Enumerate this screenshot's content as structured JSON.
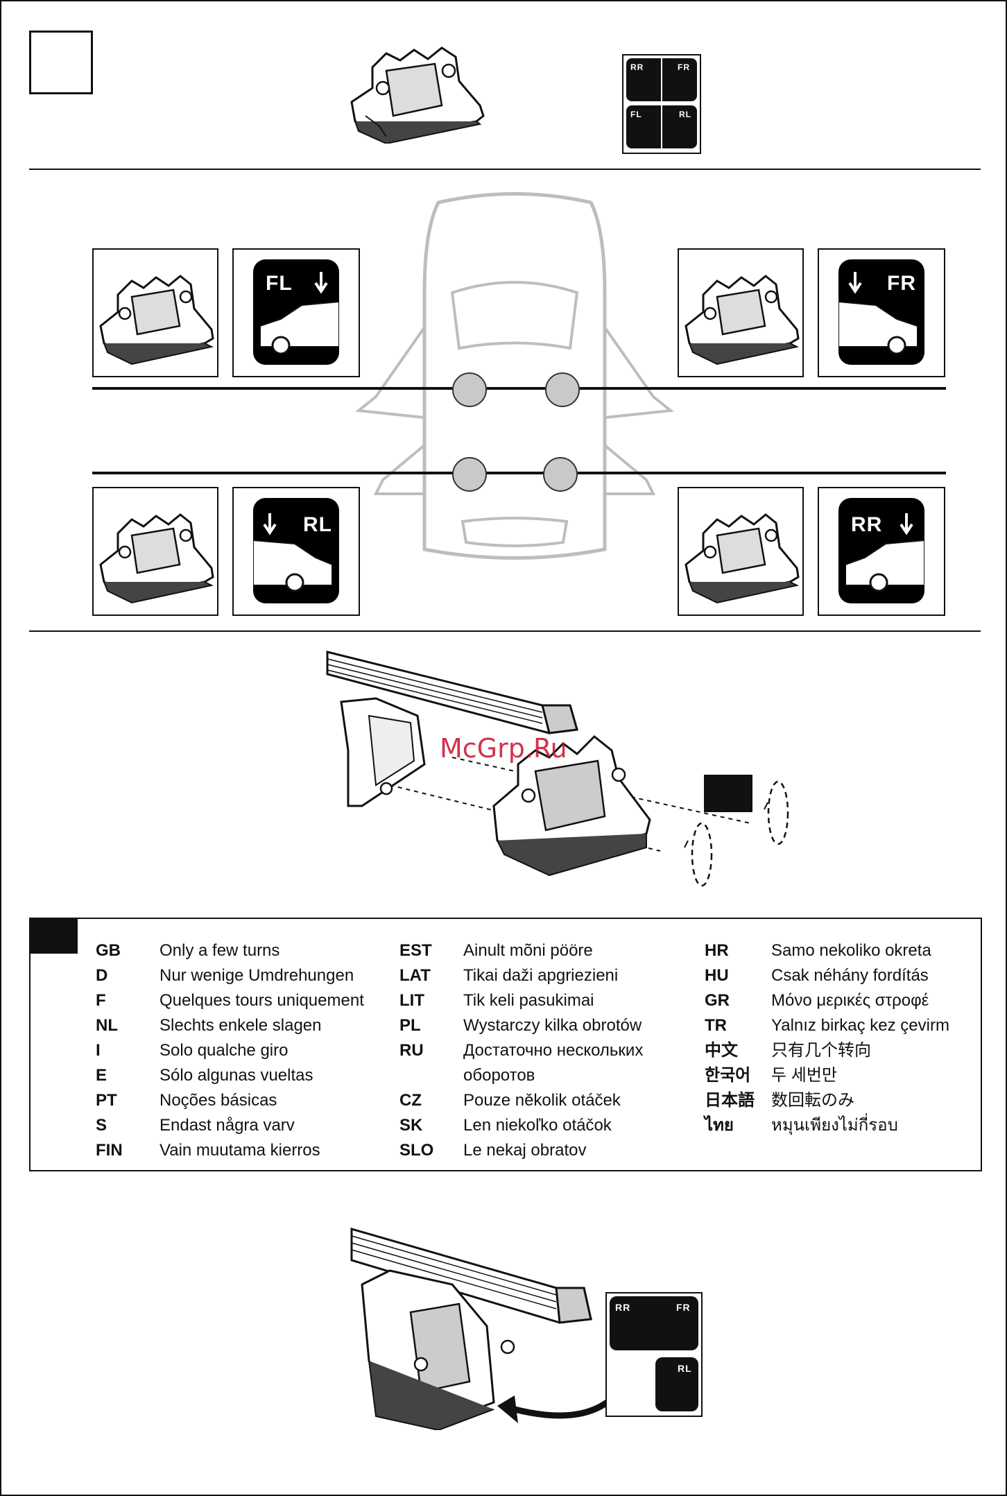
{
  "positions": {
    "fl": "FL",
    "fr": "FR",
    "rl": "RL",
    "rr": "RR"
  },
  "watermark": "McGrp.Ru",
  "legend": {
    "col1": [
      {
        "code": "GB",
        "text": "Only a few turns"
      },
      {
        "code": "D",
        "text": "Nur wenige Umdrehungen"
      },
      {
        "code": "F",
        "text": "Quelques tours uniquement"
      },
      {
        "code": "NL",
        "text": "Slechts enkele slagen"
      },
      {
        "code": "I",
        "text": "Solo qualche giro"
      },
      {
        "code": "E",
        "text": "Sólo algunas vueltas"
      },
      {
        "code": "PT",
        "text": "Noções básicas"
      },
      {
        "code": "S",
        "text": "Endast några varv"
      },
      {
        "code": "FIN",
        "text": "Vain muutama kierros"
      }
    ],
    "col2": [
      {
        "code": "EST",
        "text": "Ainult mõni pööre"
      },
      {
        "code": "LAT",
        "text": "Tikai daži apgriezieni"
      },
      {
        "code": "LIT",
        "text": "Tik keli pasukimai"
      },
      {
        "code": "PL",
        "text": "Wystarczy kilka obrotów"
      },
      {
        "code": "RU",
        "text": "Достаточно нескольких"
      },
      {
        "code": "",
        "text": "оборотов"
      },
      {
        "code": "CZ",
        "text": "Pouze několik otáček"
      },
      {
        "code": "SK",
        "text": "Len niekoľko otáčok"
      },
      {
        "code": "SLO",
        "text": "Le nekaj obratov"
      }
    ],
    "col3": [
      {
        "code": "HR",
        "text": "Samo nekoliko okreta"
      },
      {
        "code": "HU",
        "text": "Csak néhány fordítás"
      },
      {
        "code": "GR",
        "text": "Μόνο μερικές στροφέ"
      },
      {
        "code": "TR",
        "text": "Yalnız birkaç kez çevirm"
      },
      {
        "code": "中文",
        "text": "只有几个转向"
      },
      {
        "code": "한국어",
        "text": "두 세번만"
      },
      {
        "code": "日本語",
        "text": "数回転のみ"
      },
      {
        "code": "ไทย",
        "text": "หมุนเพียงไม่กี่รอบ"
      }
    ]
  },
  "colors": {
    "ink": "#111111",
    "carOutline": "#bdbdbd",
    "dot": "#c9c9c9",
    "watermark": "#c8102e"
  }
}
